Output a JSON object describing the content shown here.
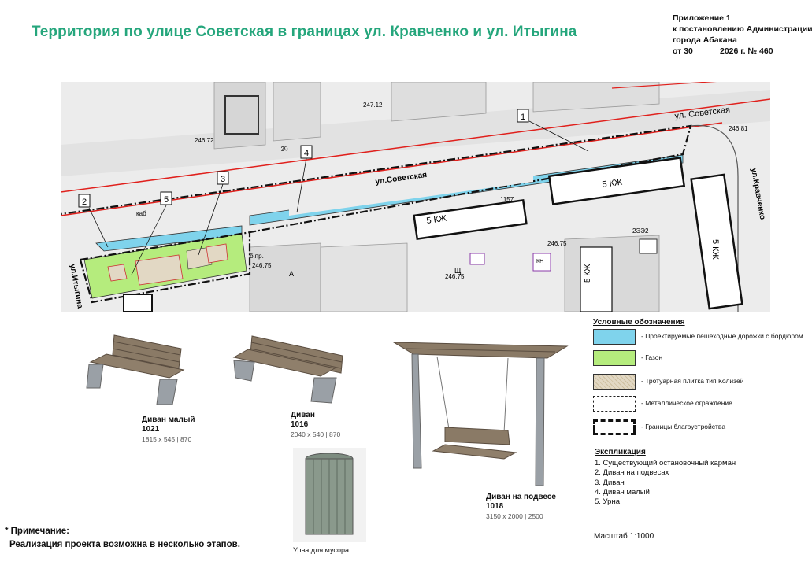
{
  "title": "Территория по улице Советская в границах ул. Кравченко и ул. Итыгина",
  "appendix": {
    "line1": "Приложение 1",
    "line2": "к постановлению Администрации",
    "line3": "города Абакана",
    "date_prefix": "от 30",
    "date_suffix": "2026 г. № 460"
  },
  "map": {
    "street_sovetskaya": "ул. Советская",
    "street_sovetskaya_road": "ул.Советская",
    "street_kravchenko": "ул.Кравченко",
    "street_itygina": "ул.Итыгина",
    "buildings": [
      "5 КЖ",
      "5 КЖ",
      "5 КЖ",
      "5 КЖ"
    ],
    "callouts": [
      "1",
      "2",
      "3",
      "4",
      "5"
    ],
    "marks": [
      "246.72",
      "247.12",
      "246.81",
      "246.75",
      "246.75",
      "246.75",
      "1157",
      "2ЭЭ2",
      "б.пр.",
      "каб",
      "А",
      "Щ",
      "КН",
      "20"
    ]
  },
  "legend": {
    "title": "Условные обозначения",
    "items": [
      {
        "label": "- Проектируемые пешеходные дорожки с бордюром",
        "color": "#7fd3ec"
      },
      {
        "label": "- Газон",
        "color": "#b5ec7d"
      },
      {
        "label": "- Тротуарная плитка тип Колизей",
        "color": "#e2d8c4"
      },
      {
        "label": "- Металлическое ограждение",
        "color": "#ffffff"
      },
      {
        "label": "- Границы благоустройства",
        "color": "#ffffff"
      }
    ]
  },
  "explication": {
    "title": "Экспликация",
    "items": [
      "1. Существующий остановочный карман",
      "2. Диван на подвесах",
      "3. Диван",
      "4. Диван малый",
      "5. Урна"
    ]
  },
  "products": [
    {
      "name": "Диван малый",
      "code": "1021",
      "dims": "1815 х 545 | 870"
    },
    {
      "name": "Диван",
      "code": "1016",
      "dims": "2040 х 540 | 870"
    },
    {
      "name": "Диван на подвесе",
      "code": "1018",
      "dims": "3150 х 2000 | 2500"
    }
  ],
  "urn_caption": "Урна для мусора",
  "note": {
    "line1": "* Примечание:",
    "line2": "Реализация проекта возможна в несколько этапов."
  },
  "scale": "Масштаб 1:1000",
  "colors": {
    "title": "#25a67c",
    "footpath": "#7fd3ec",
    "lawn": "#b5ec7d",
    "tile": "#e2d8c4",
    "redline": "#e0201c"
  }
}
